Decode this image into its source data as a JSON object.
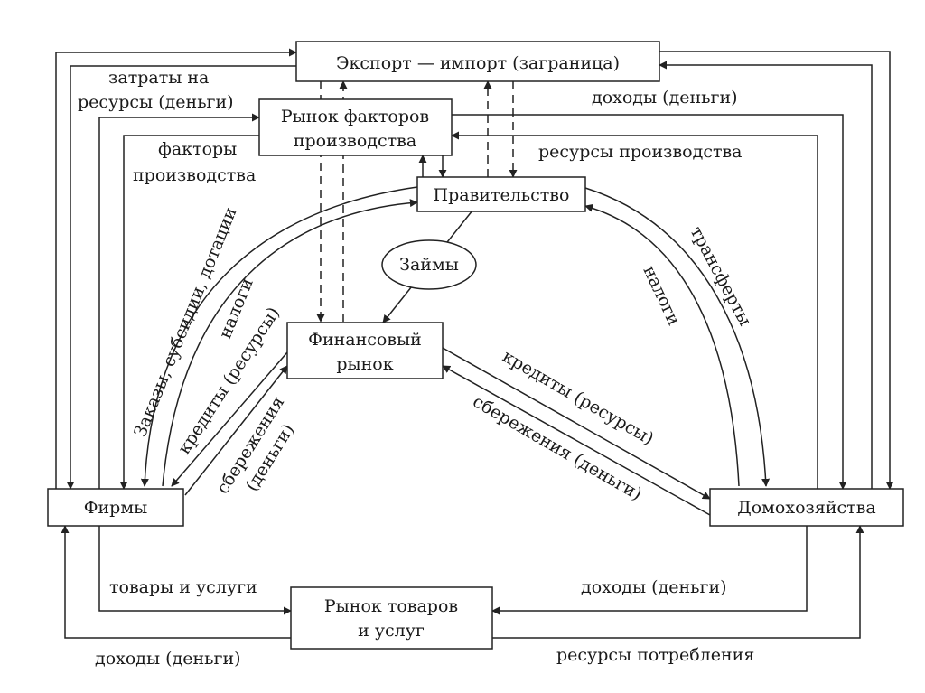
{
  "nodes": {
    "export_import": "Экспорт — импорт (заграница)",
    "factor_market_line1": "Рынок факторов",
    "factor_market_line2": "производства",
    "government": "Правительство",
    "loans": "Займы",
    "financial_market_line1": "Финансовый",
    "financial_market_line2": "рынок",
    "firms": "Фирмы",
    "households": "Домохозяйства",
    "goods_market_line1": "Рынок товаров",
    "goods_market_line2": "и услуг"
  },
  "labels": {
    "resource_costs_line1": "затраты на",
    "resource_costs_line2": "ресурсы (деньги)",
    "factors_line1": "факторы",
    "factors_line2": "производства",
    "income_top": "доходы (деньги)",
    "resources_production": "ресурсы производства",
    "orders_subsidies": "Заказы, субсидии, дотации",
    "taxes_firms": "налоги",
    "credits_firms": "кредиты (ресурсы)",
    "savings_firms_line1": "сбережения",
    "savings_firms_line2": "(деньги)",
    "transfers": "трансферты",
    "taxes_households": "налоги",
    "credits_households": "кредиты (ресурсы)",
    "savings_households": "сбережения (деньги)",
    "goods_services": "товары и услуги",
    "income_bottom_right": "доходы (деньги)",
    "income_bottom_left": "доходы (деньги)",
    "consumption_resources": "ресурсы потребления"
  }
}
